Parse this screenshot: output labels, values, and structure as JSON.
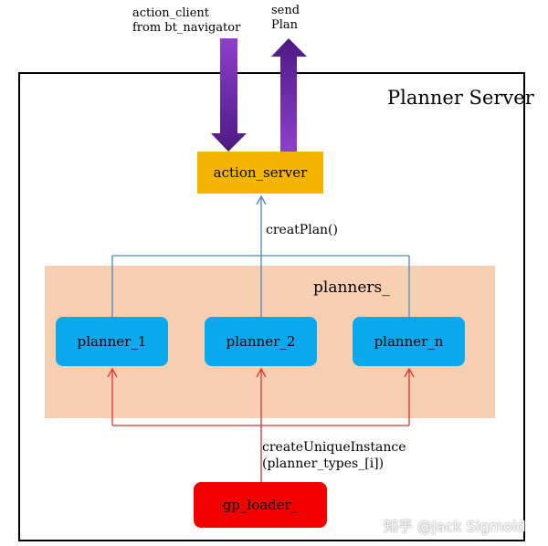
{
  "server": {
    "title": "Planner Server"
  },
  "external": {
    "client_line1": "action_client",
    "client_line2": "from bt_navigator",
    "send_line1": "send",
    "send_line2": "Plan"
  },
  "action_server": {
    "label": "action_server"
  },
  "edges": {
    "creat_plan": "creatPlan()",
    "create_instance_line1": "createUniqueInstance",
    "create_instance_line2": "(planner_types_[i])"
  },
  "planners": {
    "label": "planners_",
    "items": [
      {
        "label": "planner_1"
      },
      {
        "label": "planner_2"
      },
      {
        "label": "planner_n"
      }
    ]
  },
  "loader": {
    "label": "gp_loader_"
  },
  "watermark": "知乎 @Jack Sigmoid",
  "colors": {
    "action_server": "#f4b400",
    "planner": "#0aa9ee",
    "loader": "#f10000",
    "planners_band": "#f7cfb3",
    "blue_lines": "#4a86c8",
    "red_lines": "#e03030",
    "arrow_purple": "#7b2fb4"
  }
}
